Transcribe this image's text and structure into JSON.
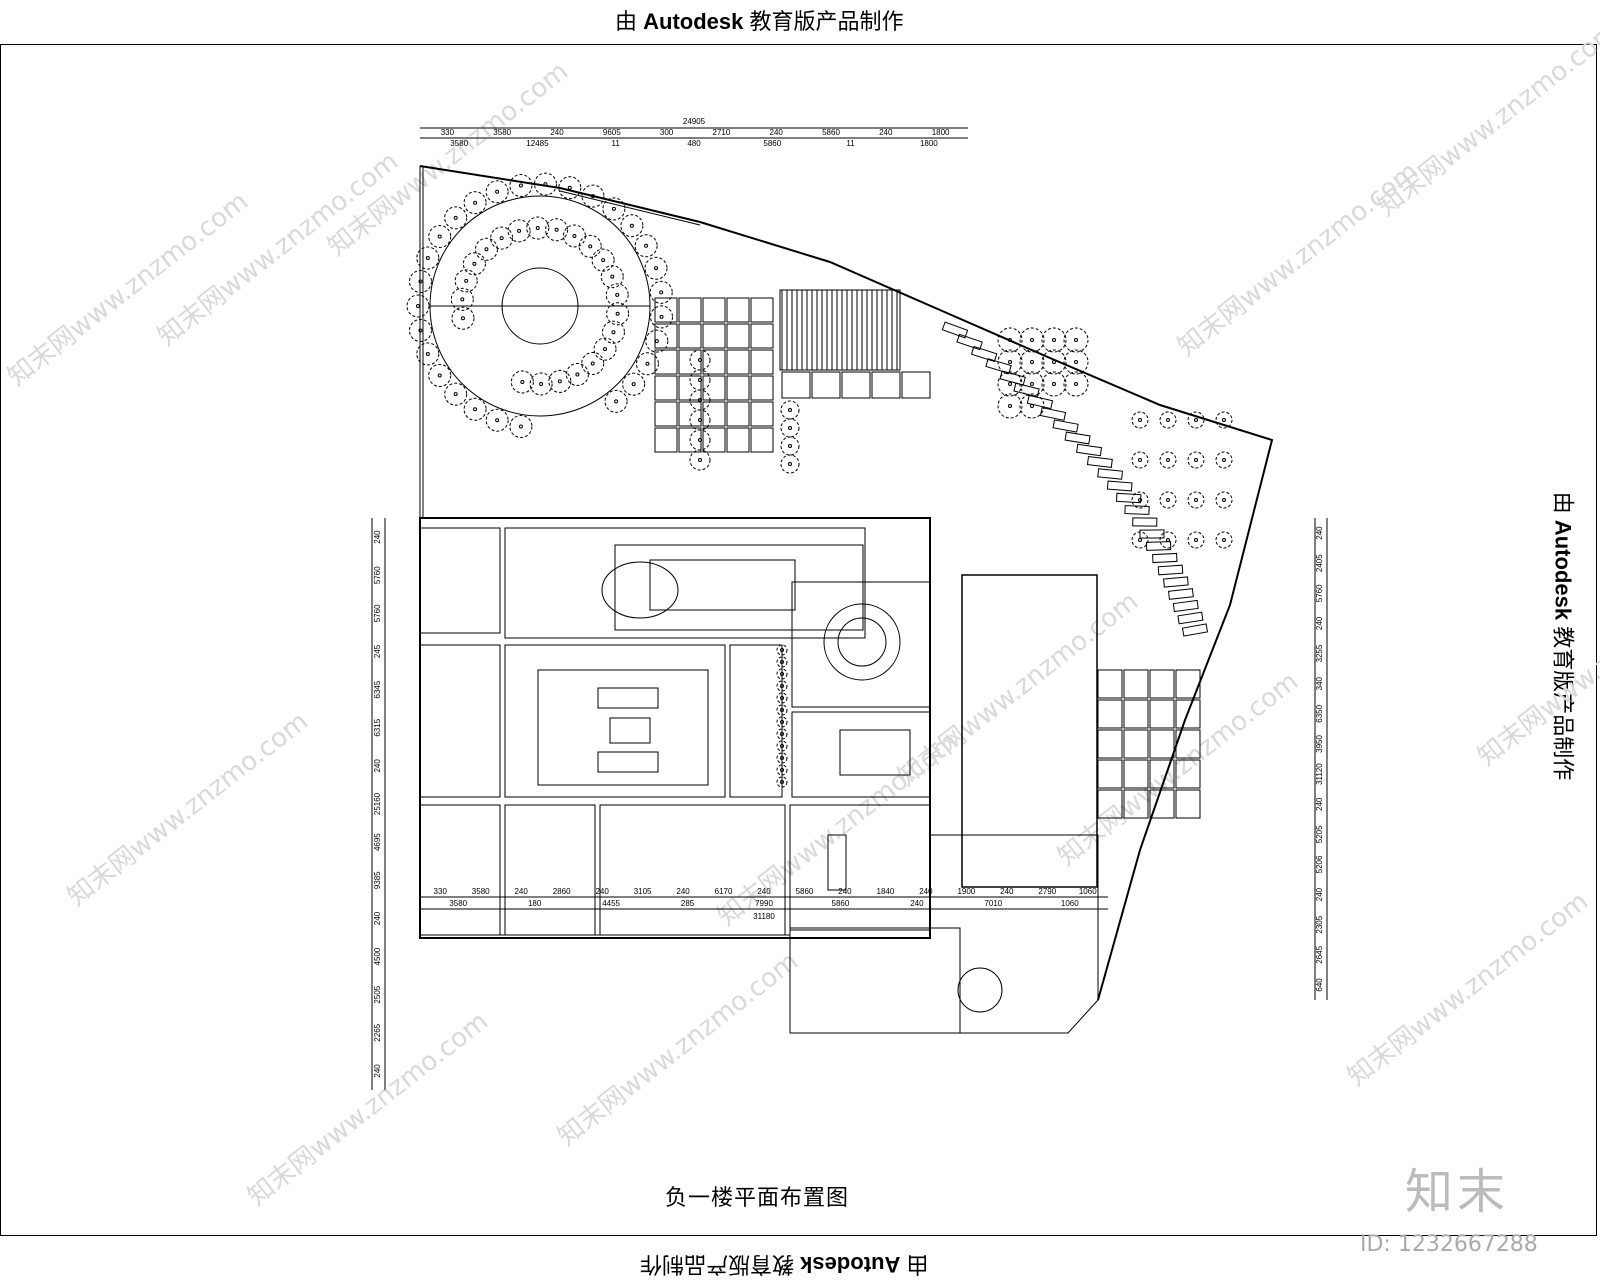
{
  "stamps": {
    "prefix": "由",
    "brand": "Autodesk",
    "suffix": "教育版产品制作"
  },
  "plan_title": "负一楼平面布置图",
  "brand_mark": "知末",
  "image_id": "ID: 1232667288",
  "watermark": "知末网www.znzmo.com",
  "dimensions": {
    "top_total": "24905",
    "top_row1": [
      "330",
      "3580",
      "240",
      "9605",
      "300",
      "2710",
      "240",
      "5860",
      "240",
      "1800"
    ],
    "top_row2": [
      "3580",
      "12485",
      "11",
      "480",
      "5860",
      "11",
      "1800"
    ],
    "bottom_row1": [
      "330",
      "3580",
      "240",
      "2860",
      "240",
      "3105",
      "240",
      "6170",
      "240",
      "5860",
      "240",
      "1840",
      "240",
      "1900",
      "240",
      "2790",
      "1060"
    ],
    "bottom_row2": [
      "3580",
      "180",
      "4455",
      "285",
      "7990",
      "5860",
      "240",
      "7010",
      "1060"
    ],
    "bottom_total": "31180",
    "left_values": [
      "240",
      "5760",
      "5760",
      "245",
      "6345",
      "6315",
      "240",
      "25160",
      "4695",
      "9385",
      "240",
      "4500",
      "2505",
      "2265",
      "240"
    ],
    "right_values": [
      "240",
      "2405",
      "5760",
      "240",
      "3255",
      "340",
      "6350",
      "3950",
      "31120",
      "240",
      "5205",
      "5206",
      "240",
      "2305",
      "2645",
      "640"
    ]
  },
  "colors": {
    "line": "#000000",
    "watermark": "#d9d9d9",
    "brand_mark": "#bbbbbb"
  }
}
